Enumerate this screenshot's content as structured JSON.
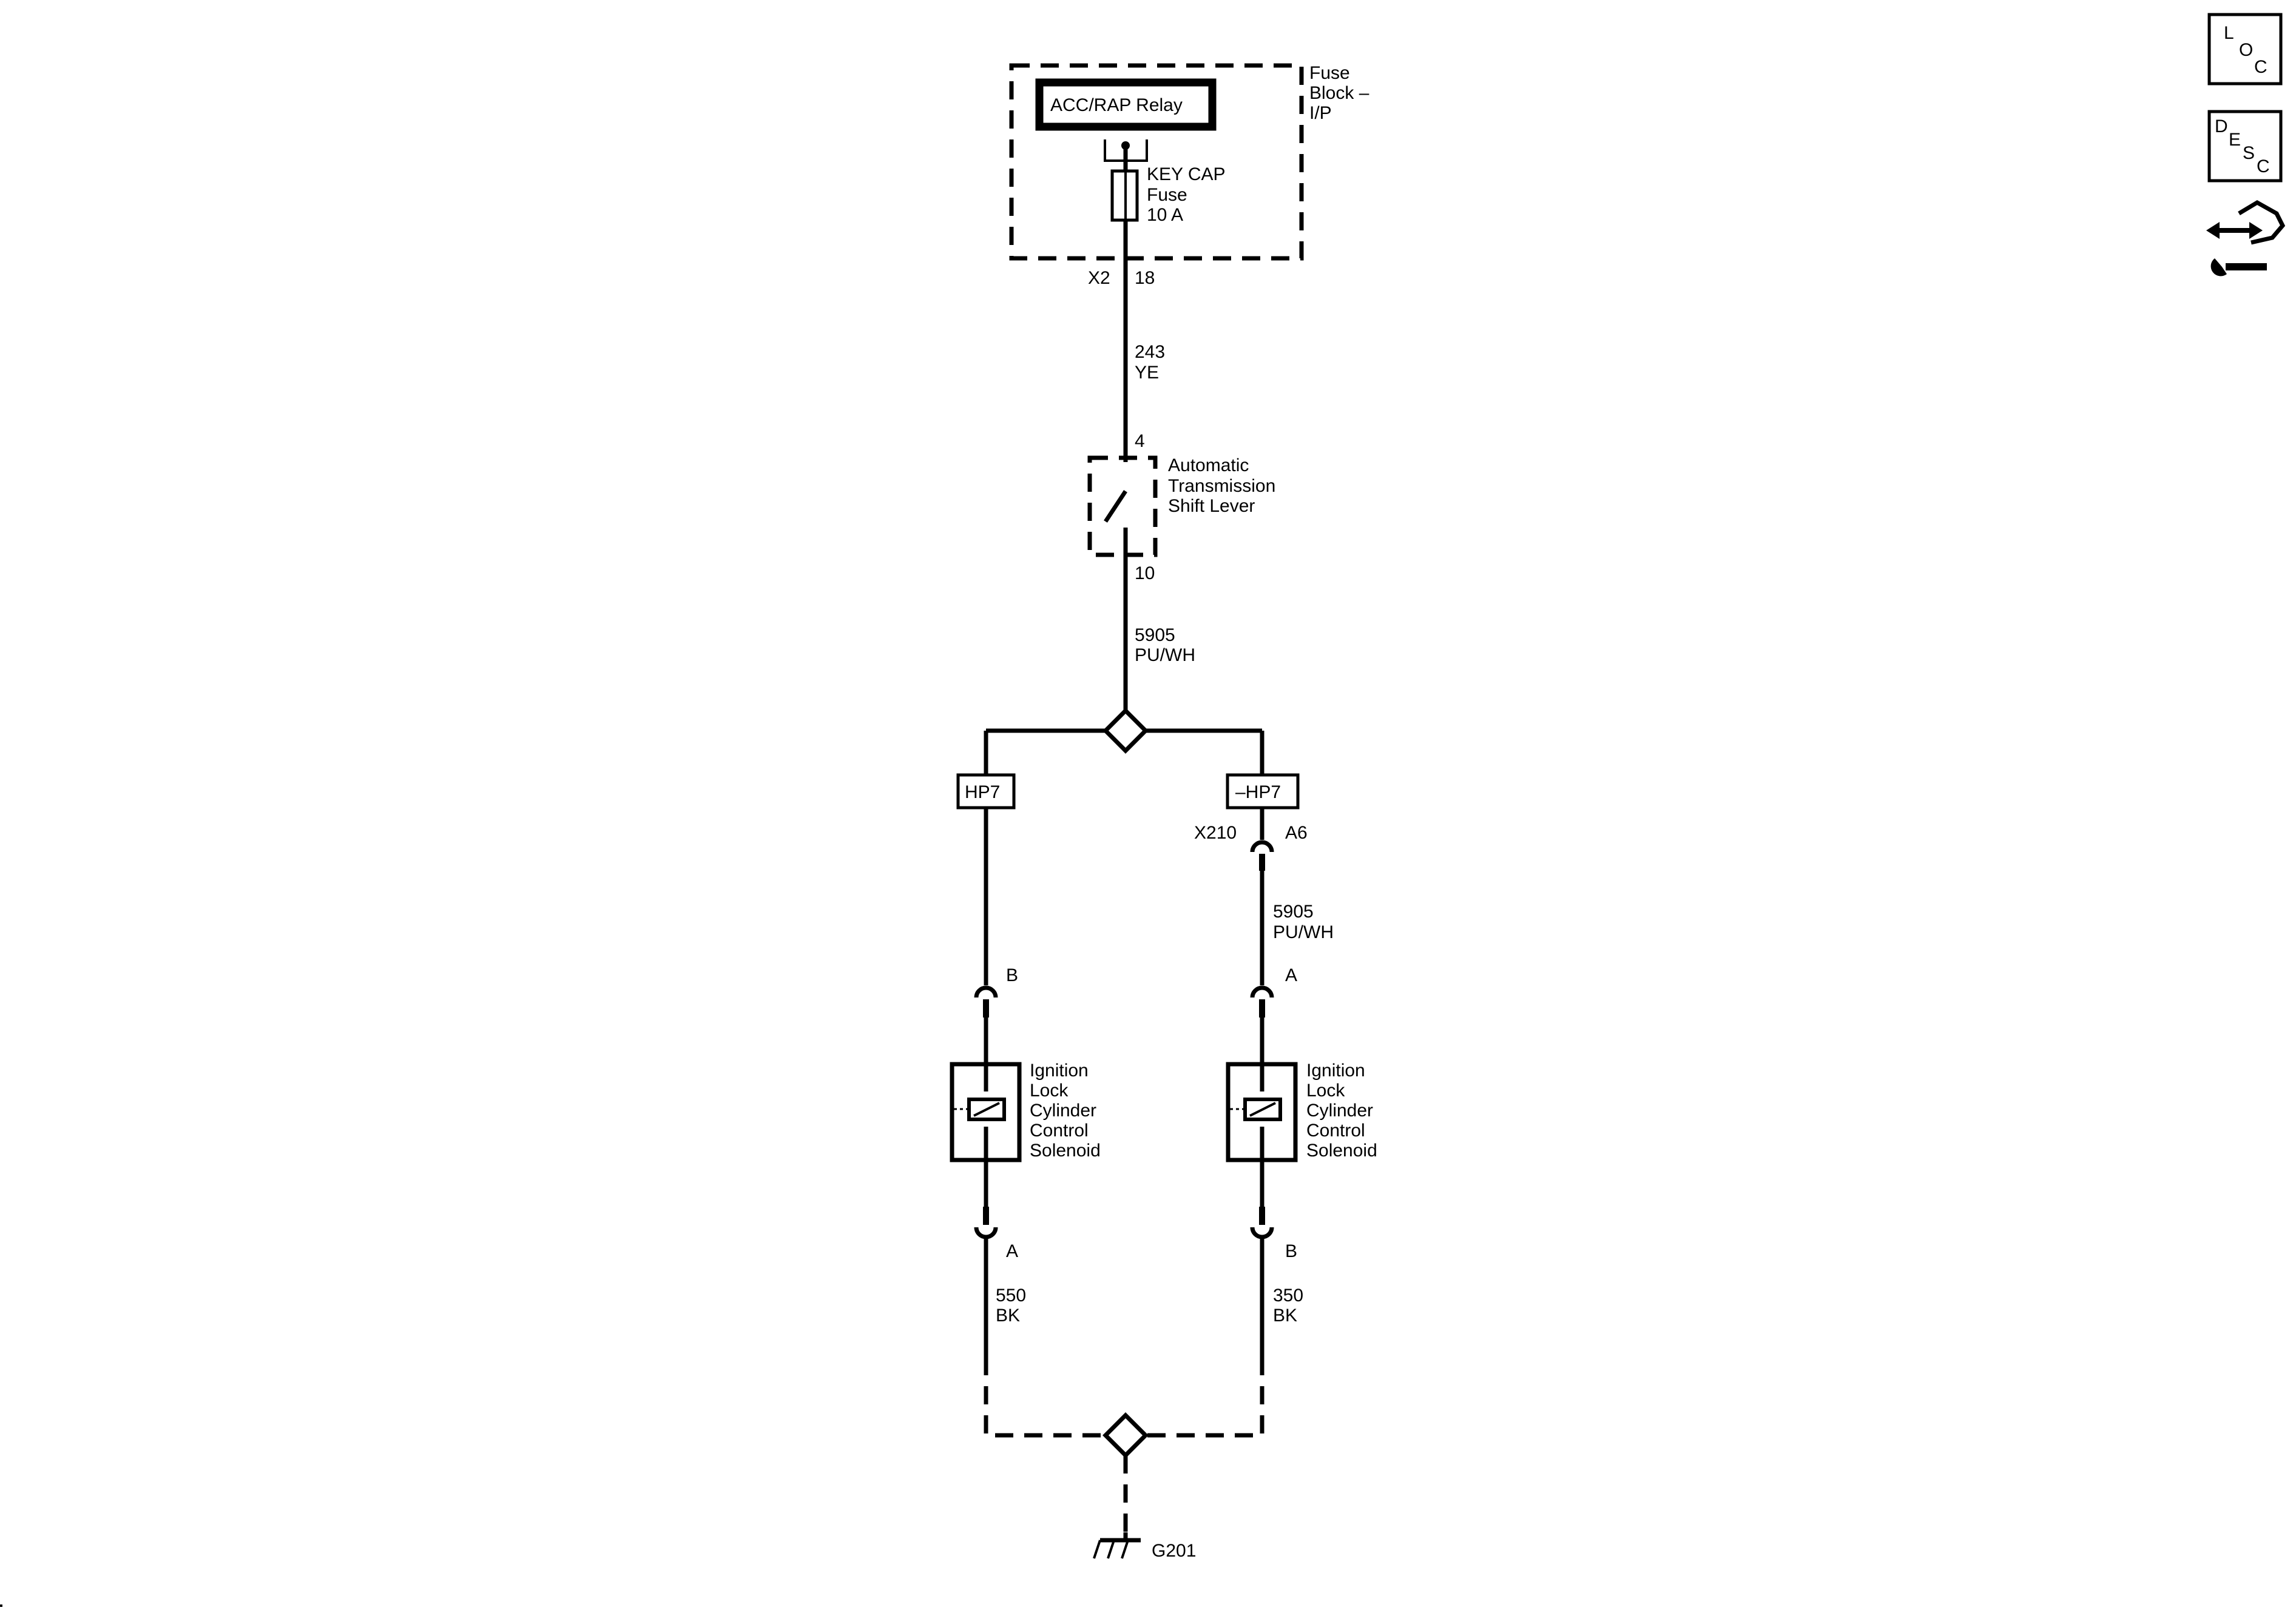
{
  "fuse_block": {
    "line1": "Fuse",
    "line2": "Block –",
    "line3": "I/P"
  },
  "relay": {
    "label": "ACC/RAP Relay"
  },
  "fuse": {
    "line1": "KEY CAP",
    "line2": "Fuse",
    "line3": "10 A"
  },
  "connector_top": {
    "id": "X2",
    "pin": "18"
  },
  "wire_243": {
    "circuit": "243",
    "color": "YE"
  },
  "shift_lever": {
    "pin_top": "4",
    "line1": "Automatic",
    "line2": "Transmission",
    "line3": "Shift Lever",
    "pin_bottom": "10"
  },
  "wire_5905": {
    "circuit": "5905",
    "color": "PU/WH"
  },
  "option_left": "HP7",
  "option_right": "–HP7",
  "connector_x210": {
    "id": "X210",
    "pin": "A6"
  },
  "wire_5905_right": {
    "circuit": "5905",
    "color": "PU/WH"
  },
  "solenoid_left": {
    "pin_top": "B",
    "line1": "Ignition",
    "line2": "Lock",
    "line3": "Cylinder",
    "line4": "Control",
    "line5": "Solenoid",
    "pin_bottom": "A"
  },
  "solenoid_right": {
    "pin_top": "A",
    "line1": "Ignition",
    "line2": "Lock",
    "line3": "Cylinder",
    "line4": "Control",
    "line5": "Solenoid",
    "pin_bottom": "B"
  },
  "wire_550": {
    "circuit": "550",
    "color": "BK"
  },
  "wire_350": {
    "circuit": "350",
    "color": "BK"
  },
  "ground": {
    "label": "G201"
  },
  "side_buttons": {
    "loc": {
      "l1": "L",
      "l2": "O",
      "l3": "C"
    },
    "desc": {
      "l1": "D",
      "l2": "E",
      "l3": "S",
      "l4": "C"
    }
  }
}
